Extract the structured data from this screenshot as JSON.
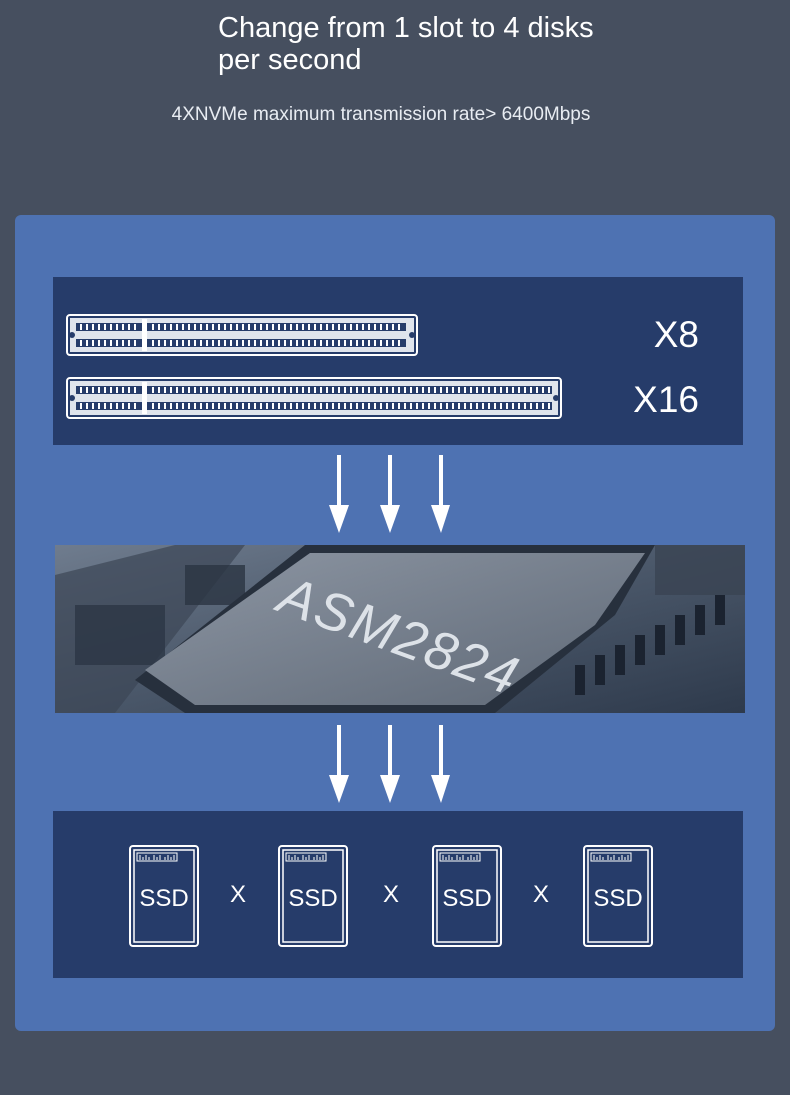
{
  "header": {
    "title": "Change from 1 slot to 4 disks per second",
    "subtitle": "4XNVMe maximum transmission rate> 6400Mbps"
  },
  "slots": {
    "x8_label": "X8",
    "x16_label": "X16"
  },
  "chip": {
    "label": "ASM2824"
  },
  "ssds": {
    "label": "SSD",
    "multiply_symbol": "X",
    "count": 4
  },
  "colors": {
    "background": "#464f5f",
    "panel": "#4e72b2",
    "inner_box": "#263c6a",
    "text": "#ffffff"
  }
}
